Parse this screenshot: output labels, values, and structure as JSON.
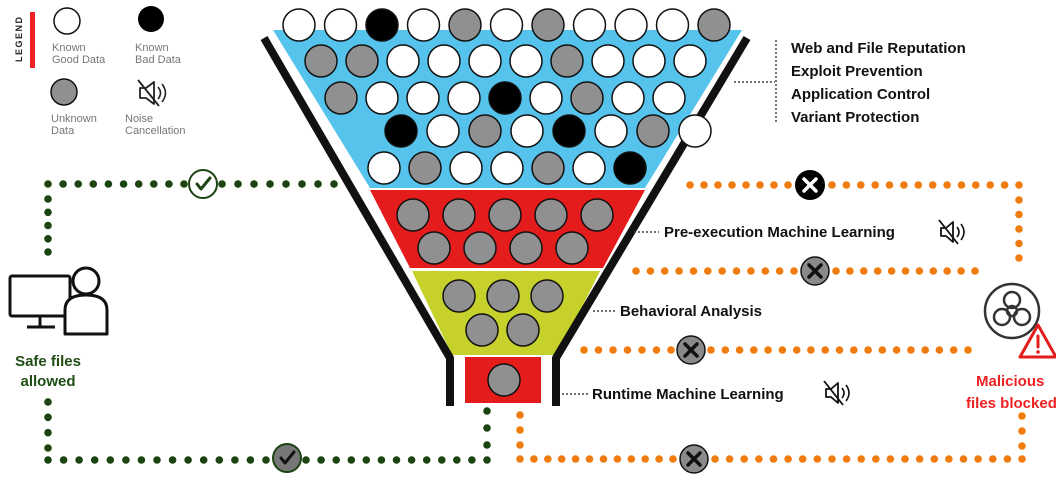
{
  "legend": {
    "title": "LEGEND",
    "items": [
      {
        "line1": "Known",
        "line2": "Good Data"
      },
      {
        "line1": "Known",
        "line2": "Bad Data"
      },
      {
        "line1": "Unknown",
        "line2": "Data"
      },
      {
        "line1": "Noise",
        "line2": "Cancellation"
      }
    ]
  },
  "stages": {
    "top_labels": [
      "Web and File Reputation",
      "Exploit Prevention",
      "Application Control",
      "Variant Protection"
    ],
    "pre_execution": "Pre-execution Machine Learning",
    "behavioral": "Behavioral Analysis",
    "runtime": "Runtime Machine Learning"
  },
  "outcomes": {
    "safe_line1": "Safe files",
    "safe_line2": "allowed",
    "malicious_line1": "Malicious",
    "malicious_line2": "files blocked"
  },
  "colors": {
    "top_section": "#55c3ec",
    "red_section": "#e51c1c",
    "green_section": "#c6d12b",
    "safe_path": "#1c4411",
    "blocked_path": "#f07c10",
    "good_ball": "#ffffff",
    "bad_ball": "#000000",
    "unknown_ball": "#909090"
  },
  "funnel": {
    "top_rows": [
      [
        "good",
        "good",
        "bad",
        "good",
        "unknown",
        "good",
        "unknown",
        "good",
        "good",
        "good",
        "unknown"
      ],
      [
        "unknown",
        "unknown",
        "good",
        "good",
        "good",
        "good",
        "unknown",
        "good",
        "good",
        "good"
      ],
      [
        "unknown",
        "good",
        "good",
        "good",
        "bad",
        "good",
        "unknown",
        "good",
        "good"
      ],
      [
        "bad",
        "good",
        "unknown",
        "good",
        "bad",
        "good",
        "unknown",
        "good"
      ],
      [
        "good",
        "unknown",
        "good",
        "good",
        "unknown",
        "good",
        "bad"
      ]
    ],
    "red_rows": [
      [
        "unknown",
        "unknown",
        "unknown",
        "unknown",
        "unknown"
      ],
      [
        "unknown",
        "unknown",
        "unknown",
        "unknown"
      ]
    ],
    "green_rows": [
      [
        "unknown",
        "unknown",
        "unknown"
      ],
      [
        "unknown",
        "unknown"
      ]
    ],
    "runtime_rows": [
      [
        "unknown"
      ]
    ]
  }
}
